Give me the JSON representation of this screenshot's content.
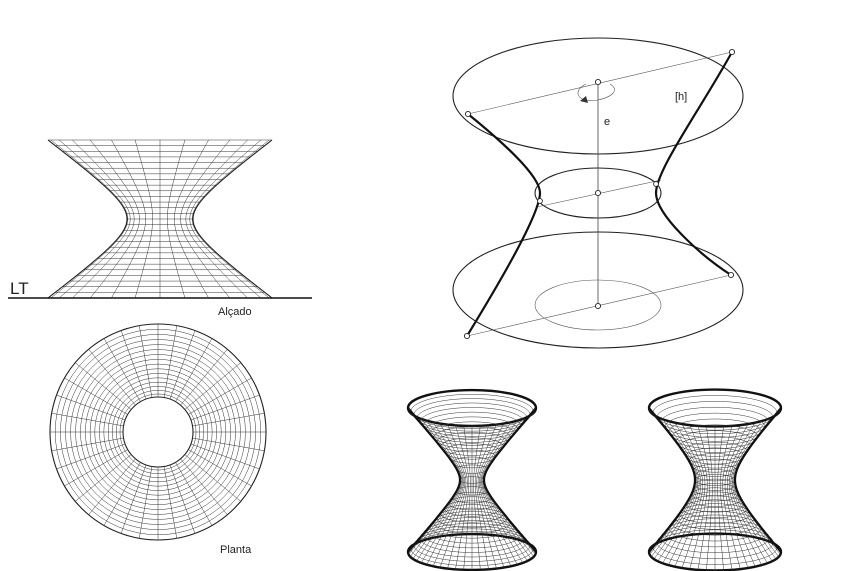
{
  "labels": {
    "lt": "LT",
    "alcado": "Alçado",
    "planta": "Planta",
    "axis_e": "e",
    "generatrix_h": "[h]"
  }
}
